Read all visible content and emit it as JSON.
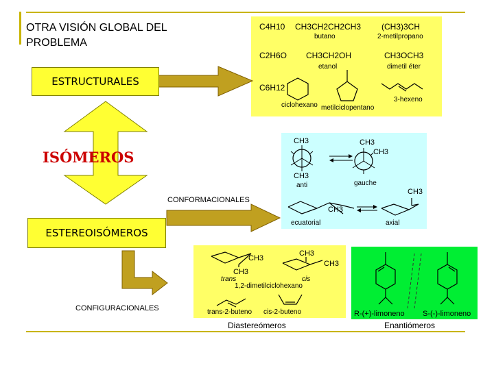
{
  "title": "OTRA VISIÓN GLOBAL DEL\nPROBLEMA",
  "labels": {
    "estructurales": "ESTRUCTURALES",
    "isomeros": "ISÓMEROS",
    "estereoisomeros": "ESTEREOISÓMEROS",
    "conformacionales": "CONFORMACIONALES",
    "configuracionales": "CONFIGURACIONALES",
    "diastereomeros": "Diastereómeros",
    "enantiomeros": "Enantiómeros"
  },
  "structural_panel": {
    "c4h10": "C4H10",
    "butano_formula": "CH3CH2CH2CH3",
    "butano": "butano",
    "metilpropano_formula": "(CH3)3CH",
    "metilpropano": "2-metilpropano",
    "c2h6o": "C2H6O",
    "etanol_formula": "CH3CH2OH",
    "etanol": "etanol",
    "dimetileter_formula": "CH3OCH3",
    "dimetileter": "dimetil éter",
    "c6h12": "C6H12",
    "ciclohexano": "ciclohexano",
    "metilciclopentano": "metilciclopentano",
    "hexeno": "3-hexeno"
  },
  "conformational_panel": {
    "ch3": "CH3",
    "anti": "anti",
    "gauche": "gauche",
    "ecuatorial": "ecuatorial",
    "axial": "axial"
  },
  "diastereomer_panel": {
    "ch3": "CH3",
    "trans": "trans",
    "cis": "cis",
    "dimetilciclohexano": "1,2-dimetilciclohexano",
    "trans_buteno": "trans-2-buteno",
    "cis_buteno": "cis-2-buteno"
  },
  "enantiomer_panel": {
    "r_limoneno": "R-(+)-limoneno",
    "s_limoneno": "S-(-)-limoneno"
  },
  "colors": {
    "yellow_panel": "#ffff66",
    "blue_panel": "#ccffff",
    "green_panel": "#00ee33",
    "label_fill": "#ffff33",
    "arrow_fill": "#c0a020",
    "frame_line": "#c8b400"
  }
}
